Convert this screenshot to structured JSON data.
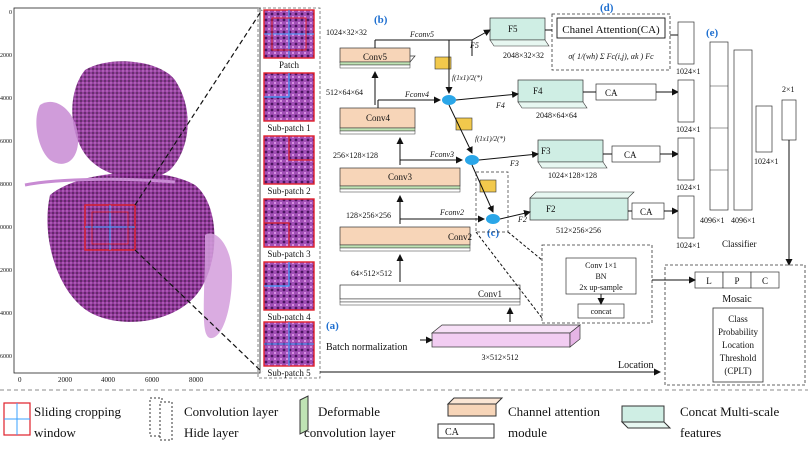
{
  "panels": {
    "a": "(a)",
    "b": "(b)",
    "c": "(c)",
    "d": "(d)",
    "e": "(e)"
  },
  "slide": {
    "x_ticks": [
      "0",
      "2000",
      "4000",
      "6000",
      "8000"
    ],
    "y_ticks": [
      "0",
      "2000",
      "4000",
      "6000",
      "8000",
      "10000",
      "12000",
      "14000",
      "16000"
    ]
  },
  "patches": {
    "labels": [
      "Patch",
      "Sub-patch 1",
      "Sub-patch 2",
      "Sub-patch 3",
      "Sub-patch 4",
      "Sub-patch 5"
    ]
  },
  "convs": {
    "conv1": "Conv1",
    "conv2": "Conv2",
    "conv3": "Conv3",
    "conv4": "Conv4",
    "conv5": "Conv5",
    "dims_c5": "1024×32×32",
    "dims_c4": "512×64×64",
    "dims_c3": "256×128×128",
    "dims_c2": "128×256×256",
    "dims_c1": "64×512×512",
    "input_dims": "3×512×512",
    "batch_norm": "Batch normalization"
  },
  "features": {
    "F5": "F5",
    "F4": "F4",
    "F3": "F3",
    "F2": "F2",
    "F5_dims": "2048×32×32",
    "F4_dims": "2048×64×64",
    "F3_dims": "1024×128×128",
    "F2_dims": "512×256×256",
    "fconv5": "Fconv5",
    "fconv4": "Fconv4",
    "fconv3": "Fconv3",
    "fconv2": "Fconv2",
    "arrow_F5": "F5",
    "arrow_F4": "F4",
    "arrow_F3": "F3",
    "arrow_F2": "F2",
    "fuse1": "f(1x1)/2(*)",
    "fuse2": "f(1x1)/2(*)"
  },
  "attention": {
    "title": "Chanel Attention(CA)",
    "formula": "σ( 1/(wh) Σ Fc(i,j), αk ) Fc",
    "ca": "CA"
  },
  "upsample": {
    "conv": "Conv 1×1",
    "bn": "BN",
    "up": "2x up-sample",
    "concat": "concat"
  },
  "classifier": {
    "v1": "1024×1",
    "v2": "1024×1",
    "v3": "1024×1",
    "v4": "1024×1",
    "big1": "4096×1",
    "big2": "4096×1",
    "mid": "1024×1",
    "small": "2×1",
    "label": "Classifier"
  },
  "mosaic": {
    "cells": [
      "L",
      "P",
      "C"
    ],
    "title": "Mosaic",
    "cplt_lines": [
      "Class",
      "Probability",
      "Location",
      "Threshold",
      "(CPLT)"
    ],
    "location": "Location"
  },
  "legend": {
    "sliding_1": "Sliding cropping",
    "sliding_2": "window",
    "conv_1": "Convolution layer",
    "conv_2": "Hide layer",
    "deform_1": "Deformable",
    "deform_2": "convolution layer",
    "ca_1": "Channel attention",
    "ca_box": "CA",
    "ca_2": "module",
    "concat_1": "Concat Multi-scale",
    "concat_2": "features"
  },
  "colors": {
    "tissue": "#9b3fa6",
    "conv_peach": "#f7d5b8",
    "deform_green": "#bfe3b4",
    "concat_teal": "#cfeee4",
    "input_pink": "#f2cdf2",
    "node_blue": "#2aa6e8",
    "panel_blue": "#1e6fd0",
    "yellow": "#f2c94c"
  }
}
